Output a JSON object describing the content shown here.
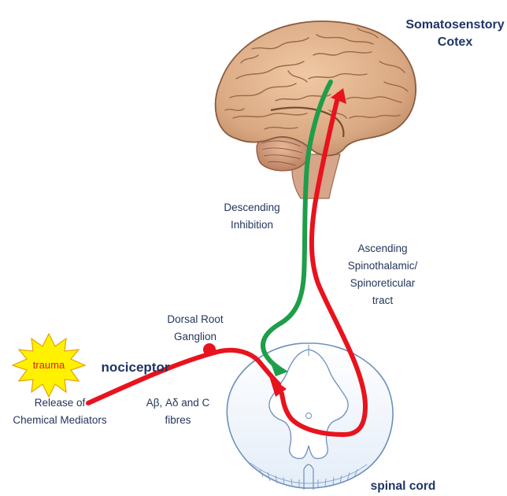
{
  "labels": {
    "cortex_line1": "Somatosenstory",
    "cortex_line2": "Cotex",
    "descending_line1": "Descending",
    "descending_line2": "Inhibition",
    "ascending_line1": "Ascending",
    "ascending_line2": "Spinothalamic/",
    "ascending_line3": "Spinoreticular",
    "ascending_line4": "tract",
    "drg_line1": "Dorsal Root",
    "drg_line2": "Ganglion",
    "trauma": "trauma",
    "nociceptor": "nociceptor",
    "release_line1": "Release of",
    "release_line2": "Chemical Mediators",
    "fibres_line1": "Aβ, Aδ and C",
    "fibres_line2": "fibres",
    "spinal_cord": "spinal cord"
  },
  "colors": {
    "ascending_pathway": "#e8131d",
    "descending_pathway": "#1e9e4a",
    "brain": "#d9a882",
    "label_text": "#24365c",
    "starburst_fill": "#fff200",
    "starburst_text": "#e8131d",
    "spinal_cord_outline": "#6d8fbd"
  },
  "icons": {
    "trauma_marker": "starburst-icon",
    "ganglion_marker": "red-dot-icon"
  }
}
